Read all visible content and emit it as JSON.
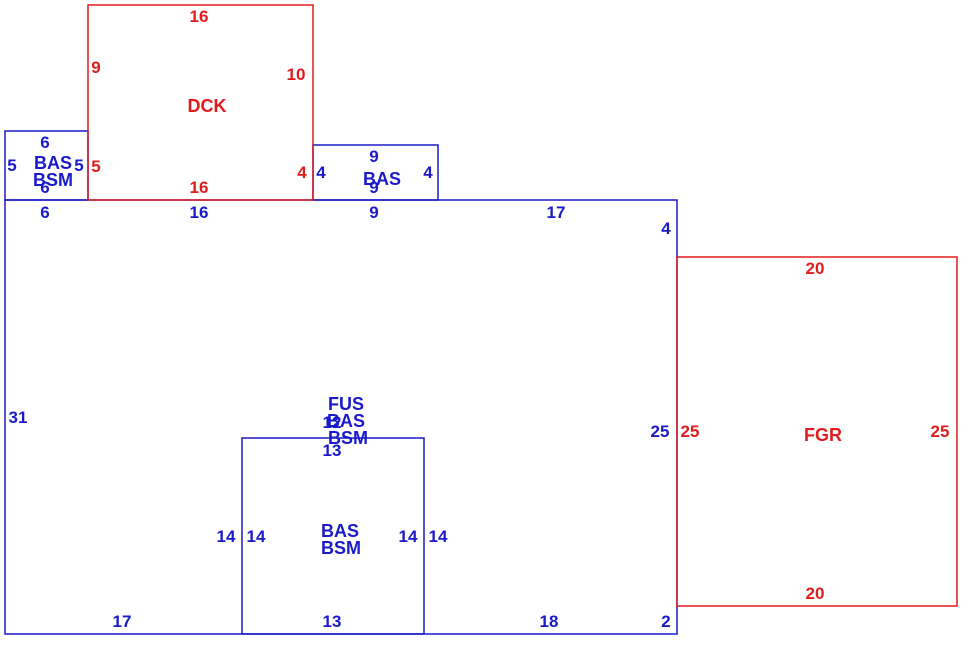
{
  "colors": {
    "blue": "#1a1ac8",
    "red": "#e01c1c"
  },
  "areas": {
    "dck": "DCK",
    "bas_small": [
      "BAS",
      "BSM"
    ],
    "bas_top": "BAS",
    "main": [
      "FUS",
      "BAS",
      "BSM"
    ],
    "inner": [
      "BAS",
      "BSM"
    ],
    "fgr": "FGR"
  },
  "dims": {
    "dck_top": "16",
    "dck_left": "9",
    "dck_right": "10",
    "dck_bottom": "16",
    "dck_inner_left": "5",
    "dck_inner_right": "4",
    "small_top": "6",
    "small_left": "5",
    "small_right": "5",
    "small_bottom": "6",
    "small_bottom2": "6",
    "bas_top_top": "9",
    "bas_top_left": "4",
    "bas_top_right": "4",
    "bas_top_bottom": "9",
    "main_top1": "16",
    "main_top2": "9",
    "main_top3": "17",
    "main_right_upper": "4",
    "main_right_mid": "25",
    "main_left": "31",
    "main_bottom_left": "17",
    "main_bottom_mid": "13",
    "main_bottom_right": "18",
    "main_bottom_corner": "2",
    "inner_top": "13",
    "inner_left_out": "14",
    "inner_left_in": "14",
    "inner_right_in": "14",
    "inner_right_out": "14",
    "fus_overlap": "12",
    "fgr_top": "20",
    "fgr_bottom": "20",
    "fgr_left": "25",
    "fgr_right": "25"
  }
}
